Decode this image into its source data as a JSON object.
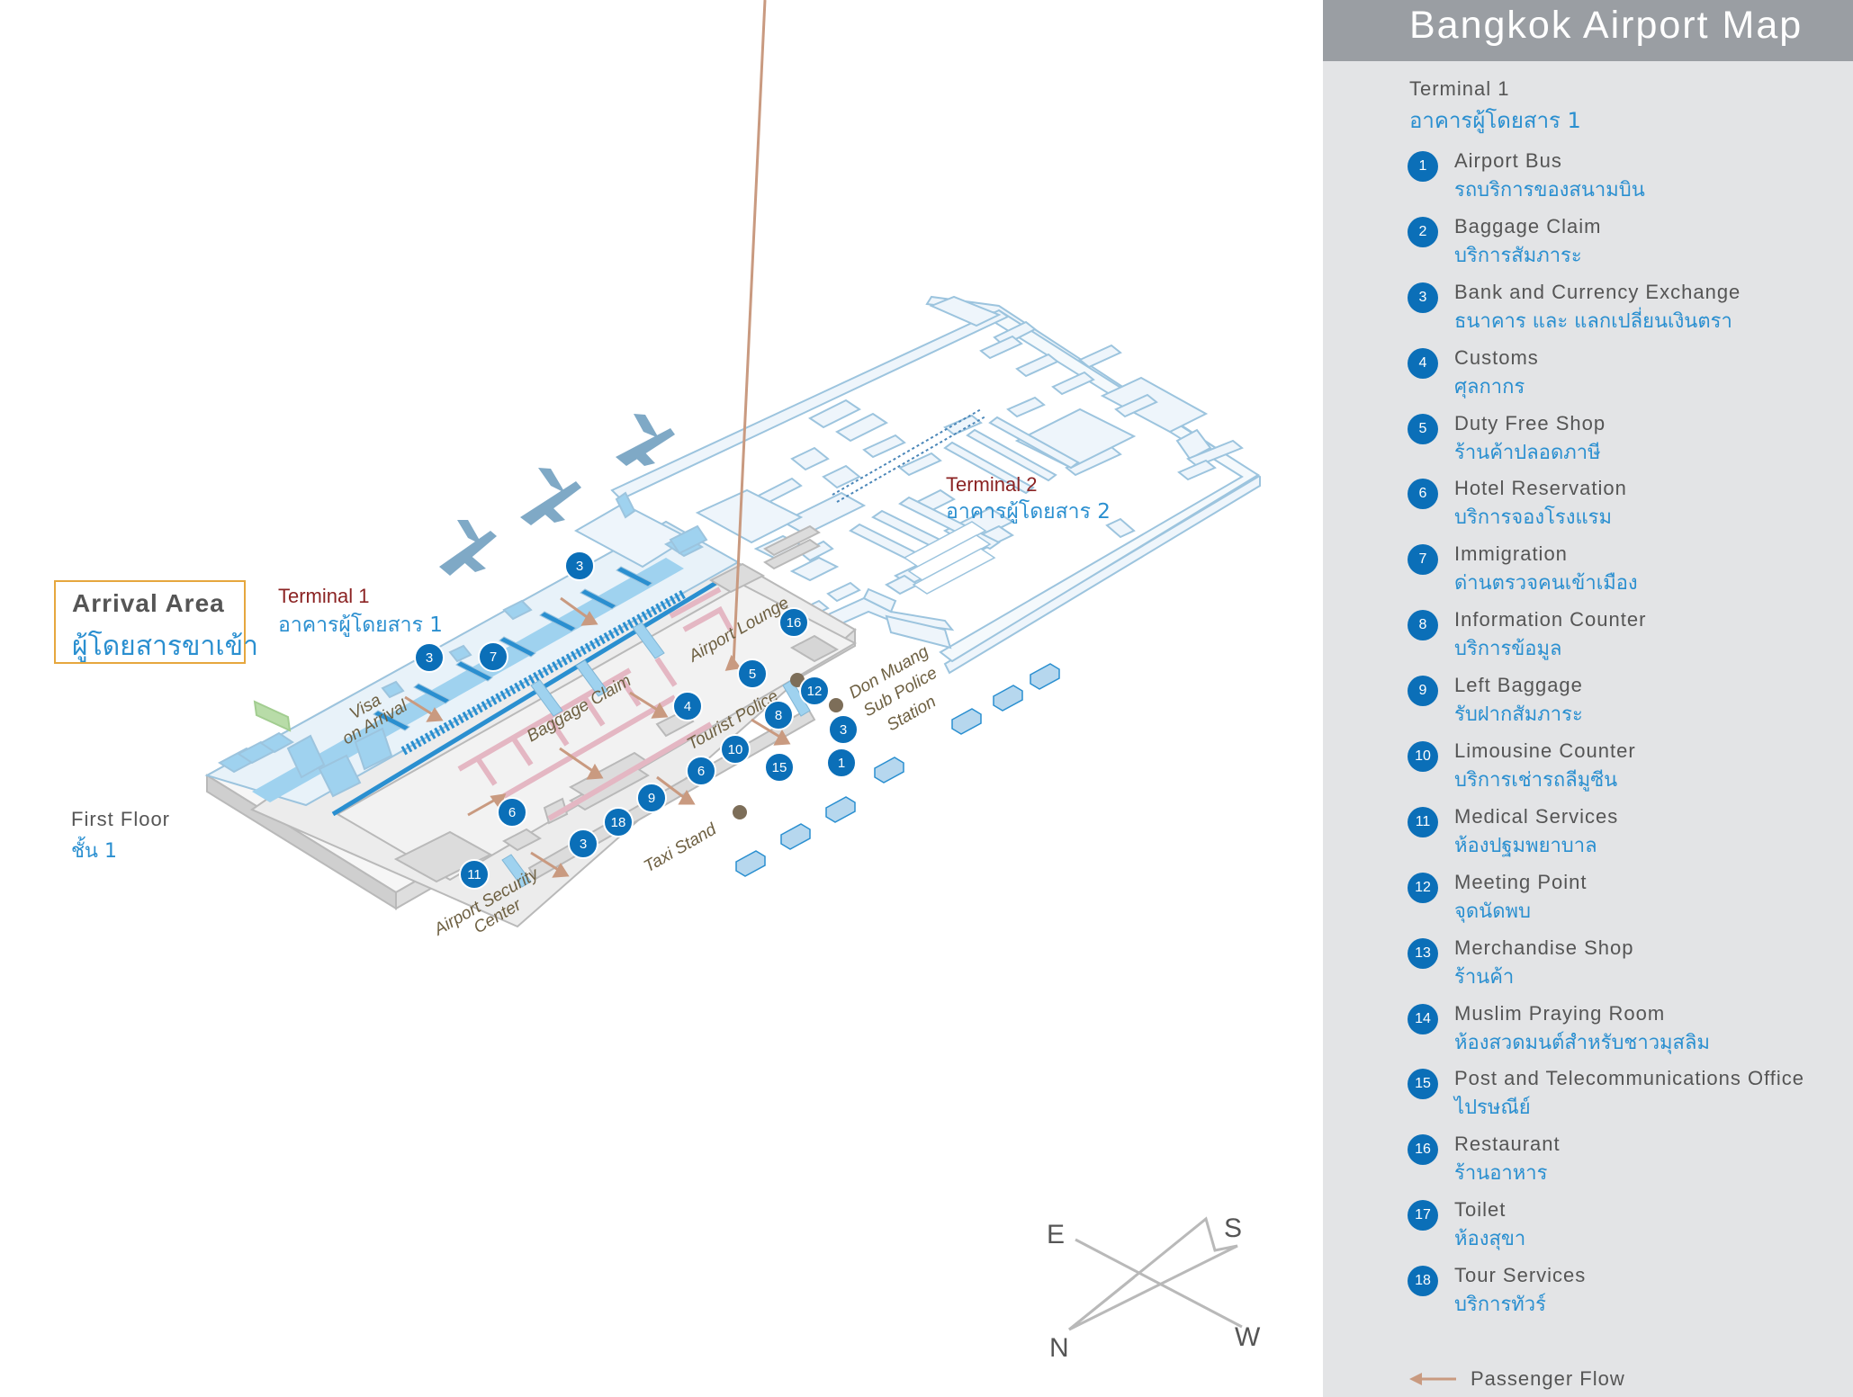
{
  "header": {
    "title": "Bangkok Airport Map"
  },
  "legend_heading": {
    "en": "Terminal 1",
    "th": "อาคารผู้โดยสาร 1"
  },
  "legend": [
    {
      "num": "1",
      "en": "Airport Bus",
      "th": "รถบริการของสนามบิน"
    },
    {
      "num": "2",
      "en": "Baggage Claim",
      "th": "บริการสัมภาระ"
    },
    {
      "num": "3",
      "en": "Bank and Currency Exchange",
      "th": "ธนาคาร และ แลกเปลี่ยนเงินตรา"
    },
    {
      "num": "4",
      "en": "Customs",
      "th": "ศุลกากร"
    },
    {
      "num": "5",
      "en": "Duty Free Shop",
      "th": "ร้านค้าปลอดภาษี"
    },
    {
      "num": "6",
      "en": "Hotel Reservation",
      "th": "บริการจองโรงแรม"
    },
    {
      "num": "7",
      "en": "Immigration",
      "th": "ด่านตรวจคนเข้าเมือง"
    },
    {
      "num": "8",
      "en": "Information Counter",
      "th": "บริการข้อมูล"
    },
    {
      "num": "9",
      "en": "Left Baggage",
      "th": "รับฝากสัมภาระ"
    },
    {
      "num": "10",
      "en": "Limousine Counter",
      "th": "บริการเช่ารถลีมูซีน"
    },
    {
      "num": "11",
      "en": "Medical Services",
      "th": "ห้องปฐมพยาบาล"
    },
    {
      "num": "12",
      "en": "Meeting Point",
      "th": "จุดนัดพบ"
    },
    {
      "num": "13",
      "en": "Merchandise Shop",
      "th": "ร้านค้า"
    },
    {
      "num": "14",
      "en": "Muslim Praying Room",
      "th": "ห้องสวดมนต์สำหรับชาวมุสลิม"
    },
    {
      "num": "15",
      "en": "Post and Telecommunications Office",
      "th": "ไปรษณีย์"
    },
    {
      "num": "16",
      "en": "Restaurant",
      "th": "ร้านอาหาร"
    },
    {
      "num": "17",
      "en": "Toilet",
      "th": "ห้องสุขา"
    },
    {
      "num": "18",
      "en": "Tour Services",
      "th": "บริการทัวร์"
    }
  ],
  "flow_legend": {
    "label": "Passenger Flow"
  },
  "arrival_box": {
    "en": "Arrival Area",
    "th": "ผู้โดยสารขาเข้า"
  },
  "floor": {
    "en": "First Floor",
    "th": "ชั้น 1"
  },
  "terminal1": {
    "en": "Terminal 1",
    "th": "อาคารผู้โดยสาร 1"
  },
  "terminal2": {
    "en": "Terminal 2",
    "th": "อาคารผู้โดยสาร 2"
  },
  "compass": {
    "e": "E",
    "s": "S",
    "n": "N",
    "w": "W"
  },
  "map_labels": {
    "visa1": "Visa",
    "visa2": "on Arrival",
    "baggage_claim": "Baggage Claim",
    "airport_lounge": "Airport Lounge",
    "tourist_police": "Tourist Police",
    "don_muang1": "Don Muang",
    "don_muang2": "Sub Police",
    "don_muang3": "Station",
    "taxi_stand": "Taxi Stand",
    "security1": "Airport Security",
    "security2": "Center"
  },
  "markers": [
    "3",
    "3",
    "7",
    "16",
    "5",
    "12",
    "4",
    "8",
    "3",
    "10",
    "1",
    "15",
    "6",
    "9",
    "6",
    "18",
    "3",
    "11"
  ],
  "colors": {
    "marker": "#0b6fb8",
    "thai_text": "#2a8fd0",
    "terminal_label": "#8b2323",
    "flow_arrow": "#c99a80",
    "structure_stroke": "#9cc4de",
    "structure_fill": "#e8f2f9",
    "floor_fill": "#ececec",
    "sidebar_bg": "#e3e4e6",
    "header_bg": "#9a9ea3",
    "arrival_border": "#e6a73e"
  }
}
